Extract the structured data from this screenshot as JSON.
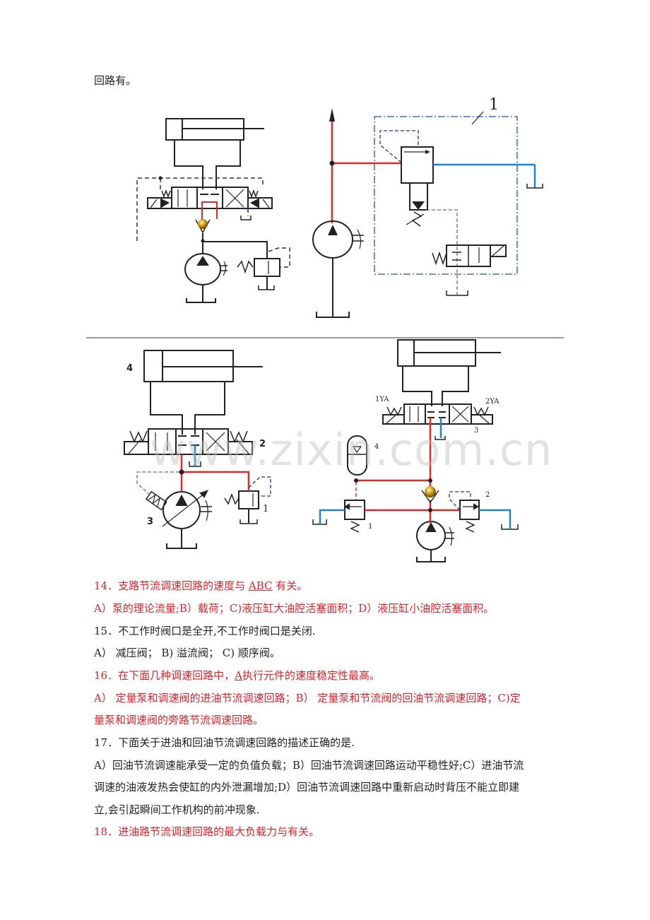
{
  "intro_line": "回路有。",
  "diagrams": {
    "top_right_label": "1",
    "bottom_left_labels": [
      "4",
      "2",
      "3",
      "1"
    ],
    "bottom_right_labels": [
      "1YA",
      "2YA",
      "3",
      "4",
      "2",
      "1"
    ]
  },
  "watermark": "www.zixin.com.cn",
  "colors": {
    "answer_red": "#e8202a",
    "pressure_line": "#e02a2a",
    "return_line": "#1a86d0",
    "pilot_line": "#2b2b8a",
    "drain_line": "#c0408a"
  },
  "questions": [
    {
      "id": "q14",
      "color": "red",
      "pre": "14．支路节流调速回路的速度与 ",
      "answer": "ABC",
      "post": " 有关。",
      "options": "A）泵的理论流量;B）载荷；C)液压缸大油腔活塞面积；D）液压缸小油腔活塞面积。"
    },
    {
      "id": "q15",
      "color": "black",
      "text": "15．不工作时阀口是全开,不工作时阀口是关闭.",
      "options": "A）  减压阀；  B)  溢流阀；  C)  顺序阀。"
    },
    {
      "id": "q16",
      "color": "red",
      "pre": "16．在下面几种调速回路中，",
      "answer": "A",
      "post": "执行元件的速度稳定性最高。",
      "options_line1": "A）  定量泵和调速阀的进油节流调速回路；B）  定量泵和节流阀的回油节流调速回路；C)定",
      "options_line2": "量泵和调速阀的旁路节流调速回路。"
    },
    {
      "id": "q17",
      "color": "black",
      "text": "17．下面关于进油和回油节流调速回路的描述正确的是.",
      "options_line1": "A）回油节流调速能承受一定的负值负载；B）回油节流调速回路运动平稳性好;C）进油节流",
      "options_line2": "调速的油液发热会使缸的内外泄漏增加;D）回油节流调速回路中重新启动时背压不能立即建",
      "options_line3": "立,会引起瞬间工作机构的前冲现象."
    },
    {
      "id": "q18",
      "color": "red",
      "text": "18．进油路节流调速回路的最大负载力与有关。"
    }
  ]
}
